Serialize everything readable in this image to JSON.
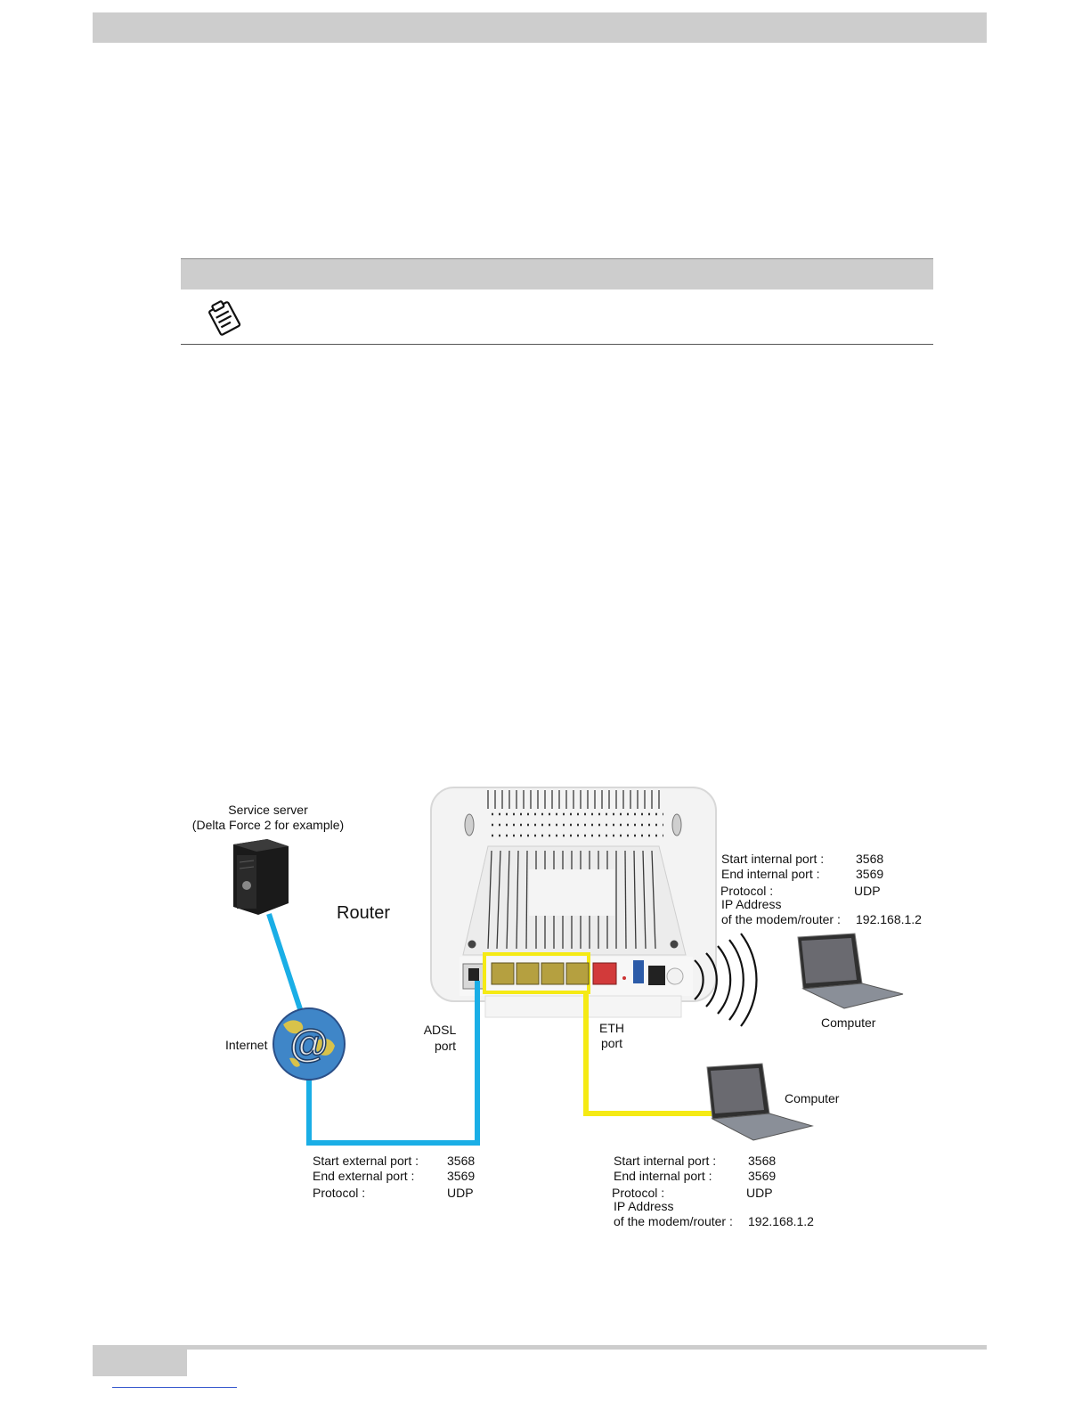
{
  "diagram": {
    "server_label": "Service server",
    "server_sublabel": "(Delta Force 2 for example)",
    "router_label": "Router",
    "internet_label": "Internet",
    "adsl_port_label": "ADSL",
    "adsl_port_label2": "port",
    "eth_port_label": "ETH",
    "eth_port_label2": "port",
    "computer_wifi_label": "Computer",
    "computer_eth_label": "Computer",
    "colors": {
      "adsl_cable": "#1aaee6",
      "eth_cable": "#f5ea14",
      "router_body": "#f1f1f1"
    },
    "wifi_info": {
      "start_internal_port_label": "Start internal port  :",
      "start_internal_port_value": "3568",
      "end_internal_port_label": "End internal port   :",
      "end_internal_port_value": "3569",
      "protocol_label": "Protocol :",
      "protocol_value": "UDP",
      "ip_address_label": "IP Address",
      "ip_address_sublabel": "of the modem/router :",
      "ip_address_value": "192.168.1.2"
    },
    "eth_info": {
      "start_internal_port_label": "Start internal port :",
      "start_internal_port_value": "3568",
      "end_internal_port_label": "End internal port  :",
      "end_internal_port_value": "3569",
      "protocol_label": "Protocol :",
      "protocol_value": "UDP",
      "ip_address_label": "IP Address",
      "ip_address_sublabel": "of the modem/router  :",
      "ip_address_value": "192.168.1.2"
    },
    "external_info": {
      "start_external_port_label": "Start external port :",
      "start_external_port_value": "3568",
      "end_external_port_label": "End external port  :",
      "end_external_port_value": "3569",
      "protocol_label": "Protocol :",
      "protocol_value": "UDP"
    }
  }
}
